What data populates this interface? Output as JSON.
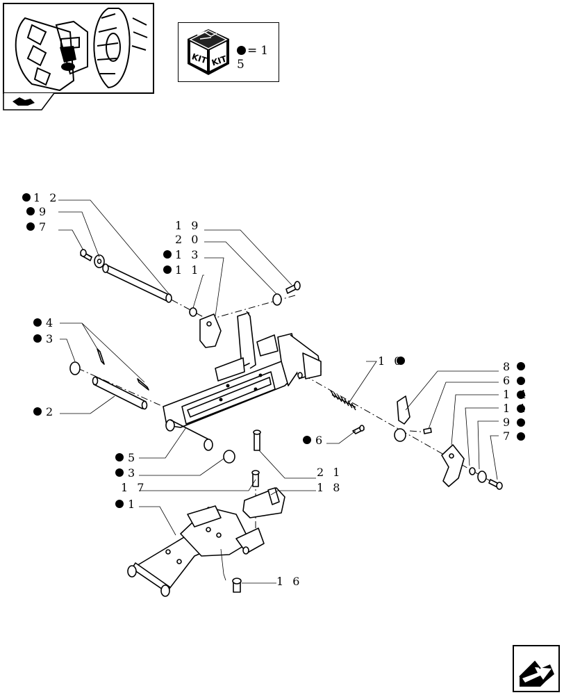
{
  "kit_box": {
    "icon_left": "KIT",
    "icon_right": "KIT",
    "value": "=1 5"
  },
  "callouts": [
    {
      "id": "c12",
      "text": "1 2",
      "kit": true
    },
    {
      "id": "c9a",
      "text": "9",
      "kit": true
    },
    {
      "id": "c7a",
      "text": "7",
      "kit": true
    },
    {
      "id": "c19",
      "text": "1 9",
      "kit": false
    },
    {
      "id": "c20",
      "text": "2 0",
      "kit": false
    },
    {
      "id": "c13",
      "text": "1 3",
      "kit": true
    },
    {
      "id": "c11a",
      "text": "1 1",
      "kit": true
    },
    {
      "id": "c4",
      "text": "4",
      "kit": true
    },
    {
      "id": "c3a",
      "text": "3",
      "kit": true
    },
    {
      "id": "c10",
      "text": "1 0",
      "kit": true
    },
    {
      "id": "c8",
      "text": "8",
      "kit": true
    },
    {
      "id": "c6a",
      "text": "6",
      "kit": true
    },
    {
      "id": "c14",
      "text": "1 4",
      "kit": true
    },
    {
      "id": "c11b",
      "text": "1 1",
      "kit": true
    },
    {
      "id": "c9b",
      "text": "9",
      "kit": true
    },
    {
      "id": "c7b",
      "text": "7",
      "kit": true
    },
    {
      "id": "c2",
      "text": "2",
      "kit": true
    },
    {
      "id": "c6b",
      "text": "6",
      "kit": true
    },
    {
      "id": "c5",
      "text": "5",
      "kit": true
    },
    {
      "id": "c21",
      "text": "2 1",
      "kit": false
    },
    {
      "id": "c3b",
      "text": "3",
      "kit": true
    },
    {
      "id": "c17",
      "text": "1 7",
      "kit": false
    },
    {
      "id": "c18",
      "text": "1 8",
      "kit": false
    },
    {
      "id": "c1",
      "text": "1",
      "kit": true
    },
    {
      "id": "c16",
      "text": "1 6",
      "kit": false
    }
  ],
  "icons": {
    "thumbnail": "tractor-thumbnail-icon",
    "catalog_tab": "catalog-tab-icon",
    "kit": "kit-cube-icon",
    "nav": "next-page-arrow-icon"
  }
}
